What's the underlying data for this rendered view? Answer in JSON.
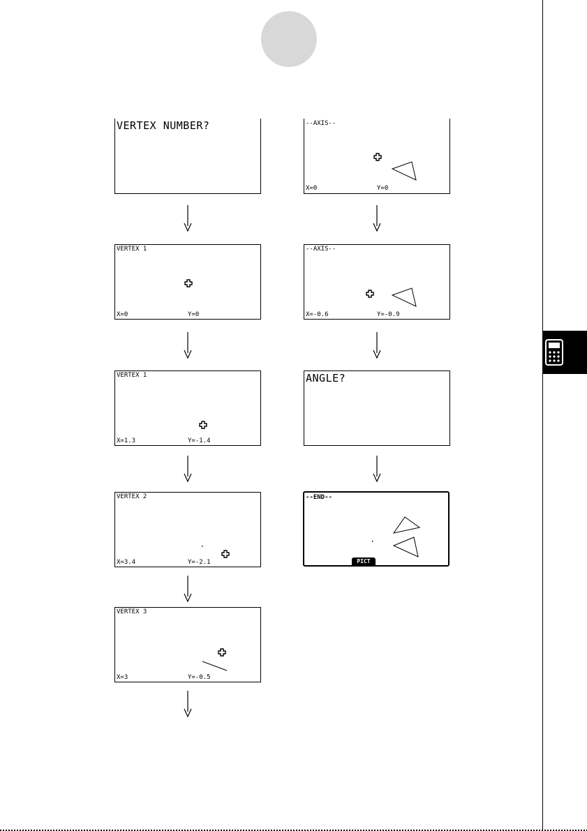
{
  "left_column": [
    {
      "title": "VERTEX NUMBER?",
      "x_readout": "",
      "y_readout": ""
    },
    {
      "title": "VERTEX 1",
      "x_readout": "X=0",
      "y_readout": "Y=0"
    },
    {
      "title": "VERTEX 1",
      "x_readout": "X=1.3",
      "y_readout": "Y=-1.4"
    },
    {
      "title": "VERTEX 2",
      "x_readout": "X=3.4",
      "y_readout": "Y=-2.1"
    },
    {
      "title": "VERTEX 3",
      "x_readout": "X=3",
      "y_readout": "Y=-0.5"
    }
  ],
  "right_column": [
    {
      "title": "--AXIS--",
      "x_readout": "X=0",
      "y_readout": "Y=0"
    },
    {
      "title": "--AXIS--",
      "x_readout": "X=-0.6",
      "y_readout": "Y=-0.9"
    },
    {
      "title": "ANGLE?",
      "x_readout": "",
      "y_readout": ""
    },
    {
      "title": "--END--",
      "menu_key": "PICT"
    }
  ],
  "icons": [
    "calculator-icon"
  ]
}
